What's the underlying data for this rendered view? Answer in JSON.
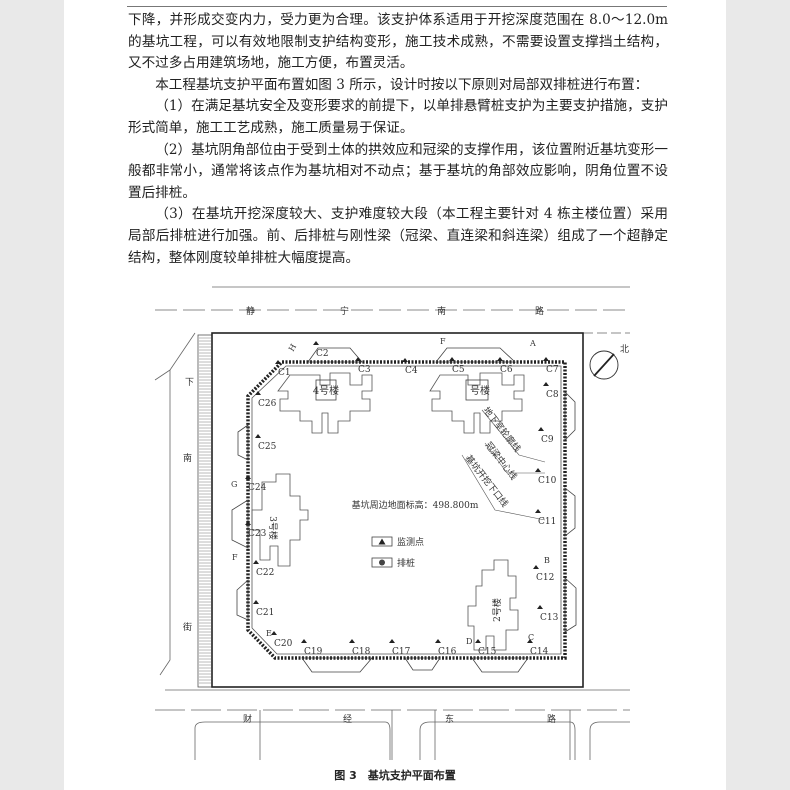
{
  "paragraphs": [
    {
      "indent": false,
      "text": "下降，并形成交变内力，受力更为合理。该支护体系适用于开挖深度范围在 8.0～12.0m 的基坑工程，可以有效地限制支护结构变形，施工技术成熟，不需要设置支撑挡土结构，又不过多占用建筑场地，施工方便，布置灵活。"
    },
    {
      "indent": true,
      "text": "本工程基坑支护平面布置如图 3 所示，设计时按以下原则对局部双排桩进行布置："
    },
    {
      "indent": true,
      "text": "（1）在满足基坑安全及变形要求的前提下，以单排悬臂桩支护为主要支护措施，支护形式简单，施工工艺成熟，施工质量易于保证。"
    },
    {
      "indent": true,
      "text": "（2）基坑阴角部位由于受到土体的拱效应和冠梁的支撑作用，该位置附近基坑变形一般都非常小，通常将该点作为基坑相对不动点；基于基坑的角部效应影响，阴角位置不设置后排桩。"
    },
    {
      "indent": true,
      "text": "（3）在基坑开挖深度较大、支护难度较大段（本工程主要针对 4 栋主楼位置）采用局部后排桩进行加强。前、后排桩与刚性梁（冠梁、直连梁和斜连梁）组成了一个超静定结构，整体刚度较单排桩大幅度提高。"
    }
  ],
  "figure": {
    "caption": "图 3　基坑支护平面布置",
    "elevation_note": "基坑周边地面标高：498.800m",
    "legend": {
      "monitor": "监测点",
      "pile": "排桩"
    },
    "north": "北",
    "buildings": {
      "b4": "4号楼",
      "b1": "号楼",
      "b3": "3号楼",
      "b2": "2号楼"
    },
    "lines": {
      "basement": "地下室轮廓线",
      "crown_beam": "冠梁中心线",
      "excavation": "基坑开挖下口线"
    },
    "roads": {
      "top": [
        "静",
        "宁",
        "南",
        "路"
      ],
      "left": [
        "下",
        "南",
        "街"
      ],
      "bottom": [
        "财",
        "经",
        "东",
        "路"
      ]
    },
    "section_marks": {
      "A": "A",
      "B": "B",
      "C": "C",
      "D": "D",
      "E": "E",
      "F": "F",
      "G": "G",
      "H": "H"
    },
    "monitor_points": [
      "C1",
      "C2",
      "C3",
      "C4",
      "C5",
      "C6",
      "C7",
      "C8",
      "C9",
      "C10",
      "C11",
      "C12",
      "C13",
      "C14",
      "C15",
      "C16",
      "C17",
      "C18",
      "C19",
      "C20",
      "C21",
      "C22",
      "C23",
      "C24",
      "C25",
      "C26"
    ]
  }
}
